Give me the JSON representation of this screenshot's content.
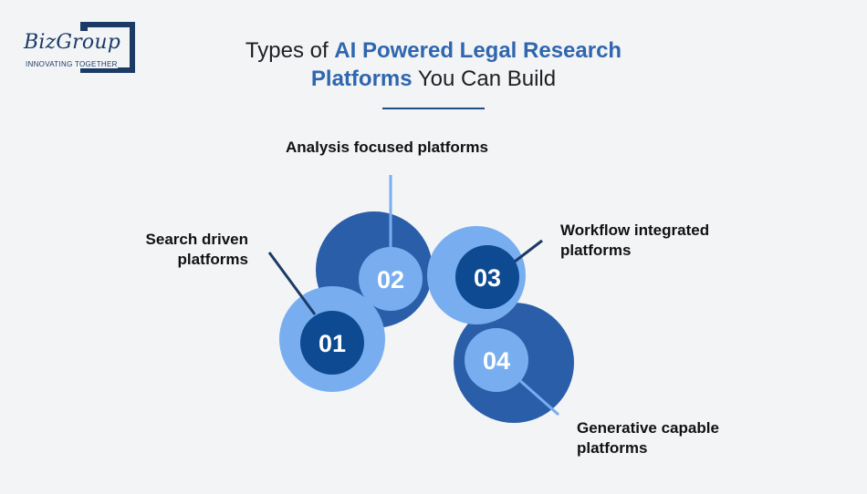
{
  "logo": {
    "wordmark": "BizGroup",
    "tagline": "INNOVATING TOGETHER"
  },
  "title": {
    "part1": "Types of ",
    "highlight1": "AI Powered Legal Research",
    "highlight2": "Platforms",
    "part2": " You Can Build"
  },
  "items": [
    {
      "number": "01",
      "label_line1": "Search driven",
      "label_line2": "platforms"
    },
    {
      "number": "02",
      "label_line1": "Analysis focused platforms",
      "label_line2": ""
    },
    {
      "number": "03",
      "label_line1": "Workflow integrated",
      "label_line2": "platforms"
    },
    {
      "number": "04",
      "label_line1": "Generative capable",
      "label_line2": "platforms"
    }
  ],
  "colors": {
    "dark_blue": "#2a5ea8",
    "light_blue": "#78aef0",
    "navy": "#0e4a91",
    "title_accent": "#2f66ae"
  }
}
